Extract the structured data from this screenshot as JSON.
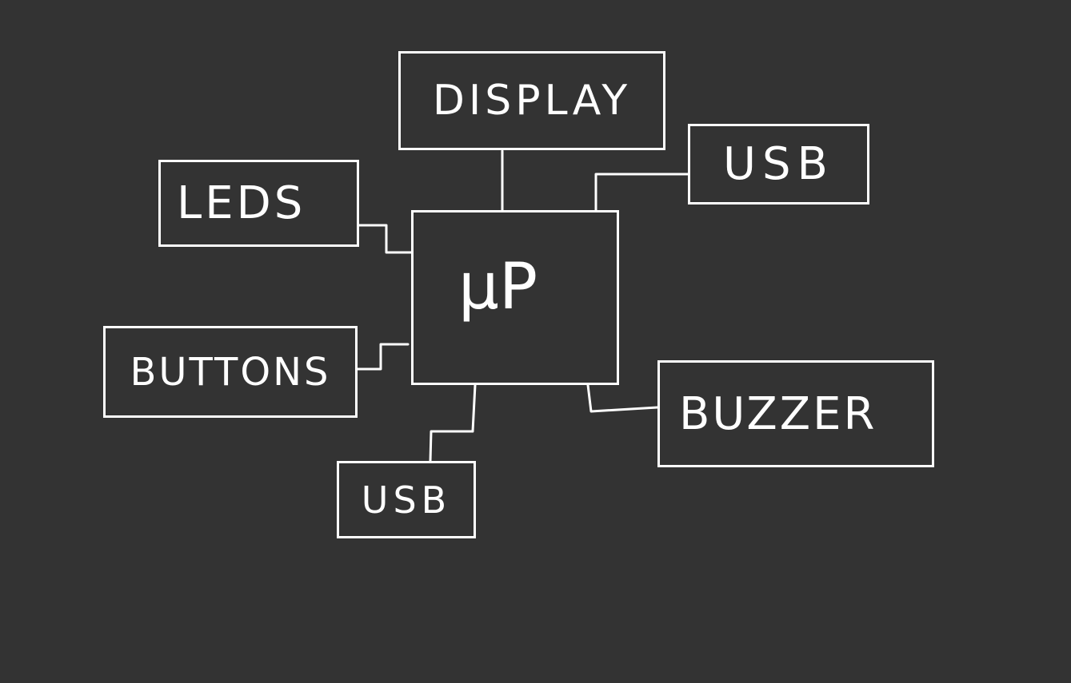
{
  "diagram": {
    "background": "#333333",
    "stroke_color": "#ffffff",
    "blocks": {
      "display": "DISPLAY",
      "usb_top": "USB",
      "leds": "LEDS",
      "mcu": "µP",
      "buttons": "BUTTONS",
      "buzzer": "BUZZER",
      "usb_bottom": "USB"
    },
    "connections": [
      [
        "mcu",
        "display"
      ],
      [
        "mcu",
        "usb_top"
      ],
      [
        "mcu",
        "leds"
      ],
      [
        "mcu",
        "buttons"
      ],
      [
        "mcu",
        "buzzer"
      ],
      [
        "mcu",
        "usb_bottom"
      ]
    ]
  }
}
